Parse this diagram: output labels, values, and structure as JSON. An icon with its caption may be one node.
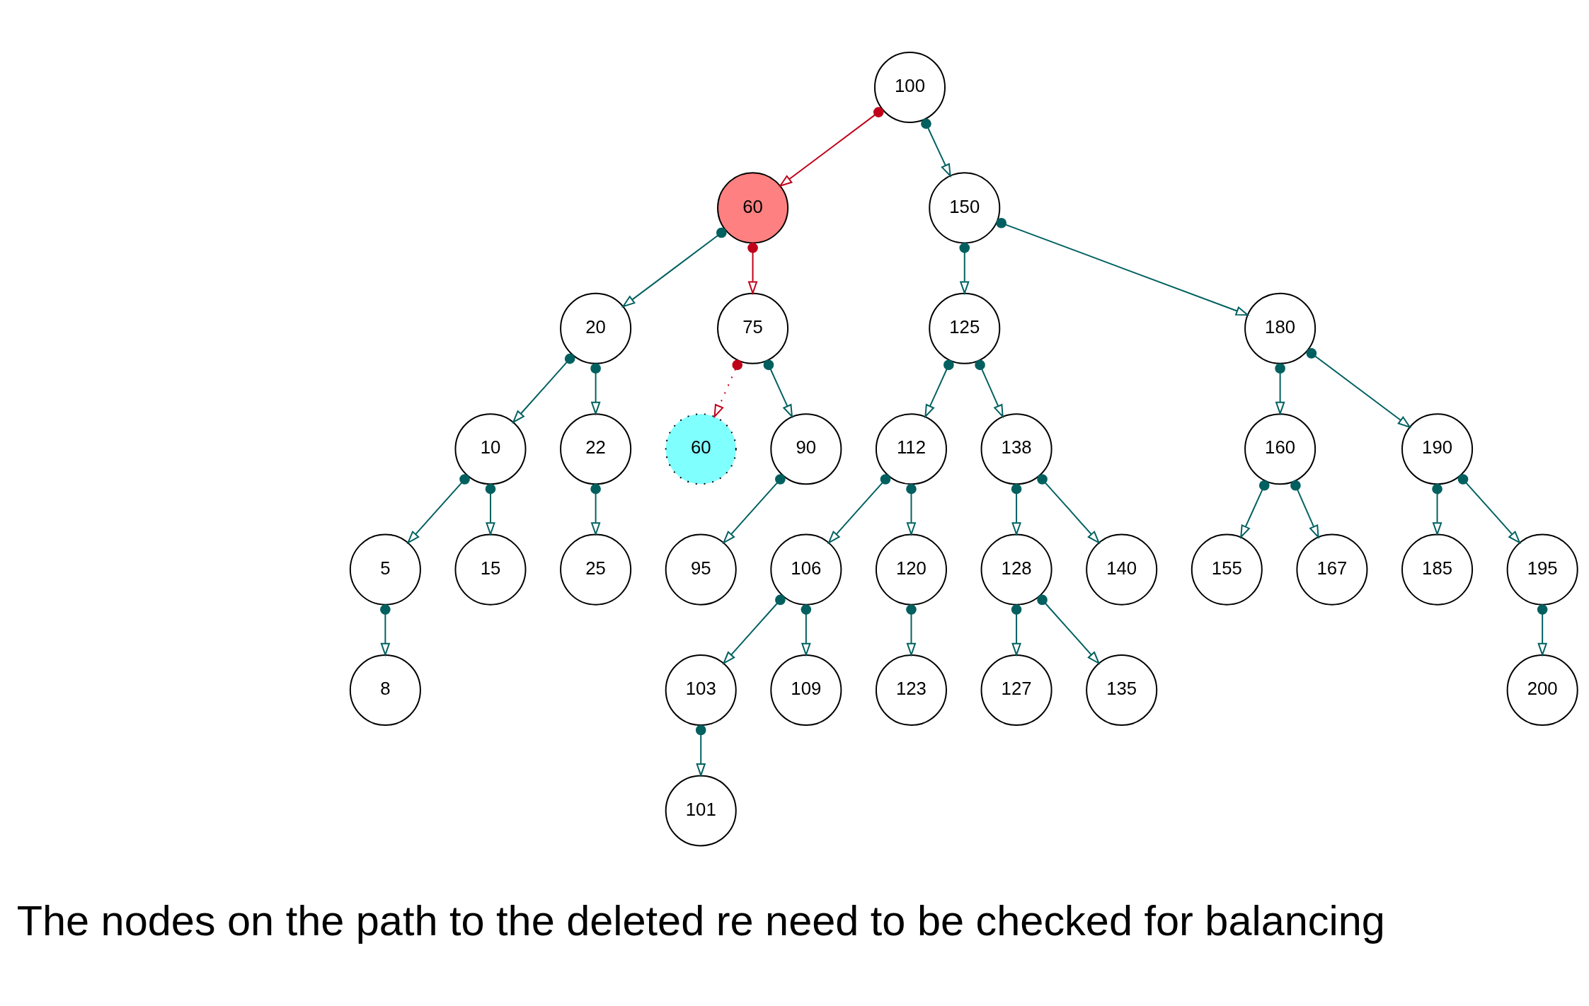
{
  "diagram": {
    "nodes": [
      {
        "text": [
          "100"
        ]
      },
      {
        "text": [
          "60"
        ]
      },
      {
        "text": [
          "150"
        ]
      },
      {
        "text": [
          "20"
        ]
      },
      {
        "text": [
          "75"
        ]
      },
      {
        "text": [
          "125"
        ]
      },
      {
        "text": [
          "180"
        ]
      },
      {
        "text": [
          "10"
        ]
      },
      {
        "text": [
          "22"
        ]
      },
      {
        "text": [
          "60"
        ]
      },
      {
        "text": [
          "90"
        ]
      },
      {
        "text": [
          "112"
        ]
      },
      {
        "text": [
          "138"
        ]
      },
      {
        "text": [
          "160"
        ]
      },
      {
        "text": [
          "190"
        ]
      },
      {
        "text": [
          "5"
        ]
      },
      {
        "text": [
          "15"
        ]
      },
      {
        "text": [
          "25"
        ]
      },
      {
        "text": [
          "95"
        ]
      },
      {
        "text": [
          "106"
        ]
      },
      {
        "text": [
          "120"
        ]
      },
      {
        "text": [
          "128"
        ]
      },
      {
        "text": [
          "140"
        ]
      },
      {
        "text": [
          "155"
        ]
      },
      {
        "text": [
          "167"
        ]
      },
      {
        "text": [
          "185"
        ]
      },
      {
        "text": [
          "195"
        ]
      },
      {
        "text": [
          "8"
        ]
      },
      {
        "text": [
          "103"
        ]
      },
      {
        "text": [
          "109"
        ]
      },
      {
        "text": [
          "123"
        ]
      },
      {
        "text": [
          "127"
        ]
      },
      {
        "text": [
          "135"
        ]
      },
      {
        "text": [
          "200"
        ]
      },
      {
        "text": [
          "101"
        ]
      }
    ],
    "edges": [
      {
        "from": 0,
        "to": 1,
        "arrow": "to",
        "color": "#c0001a"
      },
      {
        "from": 0,
        "to": 2,
        "arrow": "to"
      },
      {
        "from": 1,
        "to": 3,
        "arrow": "to"
      },
      {
        "from": 1,
        "to": 4,
        "arrow": "to",
        "color": "#c0001a"
      },
      {
        "from": 2,
        "to": 5,
        "arrow": "to"
      },
      {
        "from": 2,
        "to": 6,
        "arrow": "to"
      },
      {
        "from": 3,
        "to": 7,
        "arrow": "to"
      },
      {
        "from": 3,
        "to": 8,
        "arrow": "to"
      },
      {
        "from": 4,
        "to": 9,
        "arrow": "to",
        "style": "dashed",
        "color": "#c0001a"
      },
      {
        "from": 4,
        "to": 10,
        "arrow": "to"
      },
      {
        "from": 5,
        "to": 11,
        "arrow": "to"
      },
      {
        "from": 5,
        "to": 12,
        "arrow": "to"
      },
      {
        "from": 6,
        "to": 13,
        "arrow": "to"
      },
      {
        "from": 6,
        "to": 14,
        "arrow": "to"
      },
      {
        "from": 7,
        "to": 15,
        "arrow": "to"
      },
      {
        "from": 7,
        "to": 16,
        "arrow": "to"
      },
      {
        "from": 8,
        "to": 17,
        "arrow": "to"
      },
      {
        "from": 10,
        "to": 18,
        "arrow": "to"
      },
      {
        "from": 11,
        "to": 19,
        "arrow": "to"
      },
      {
        "from": 11,
        "to": 20,
        "arrow": "to"
      },
      {
        "from": 12,
        "to": 21,
        "arrow": "to"
      },
      {
        "from": 12,
        "to": 22,
        "arrow": "to"
      },
      {
        "from": 13,
        "to": 23,
        "arrow": "to"
      },
      {
        "from": 13,
        "to": 24,
        "arrow": "to"
      },
      {
        "from": 14,
        "to": 25,
        "arrow": "to"
      },
      {
        "from": 14,
        "to": 26,
        "arrow": "to"
      },
      {
        "from": 15,
        "to": 27,
        "arrow": "to"
      },
      {
        "from": 19,
        "to": 28,
        "arrow": "to"
      },
      {
        "from": 19,
        "to": 29,
        "arrow": "to"
      },
      {
        "from": 20,
        "to": 30,
        "arrow": "to"
      },
      {
        "from": 21,
        "to": 31,
        "arrow": "to"
      },
      {
        "from": 21,
        "to": 32,
        "arrow": "to"
      },
      {
        "from": 26,
        "to": 33,
        "arrow": "to"
      },
      {
        "from": 28,
        "to": 34,
        "arrow": "to"
      }
    ],
    "labels": [
      "The nodes on the path to the deleted re need to be checked for balancing"
    ]
  }
}
